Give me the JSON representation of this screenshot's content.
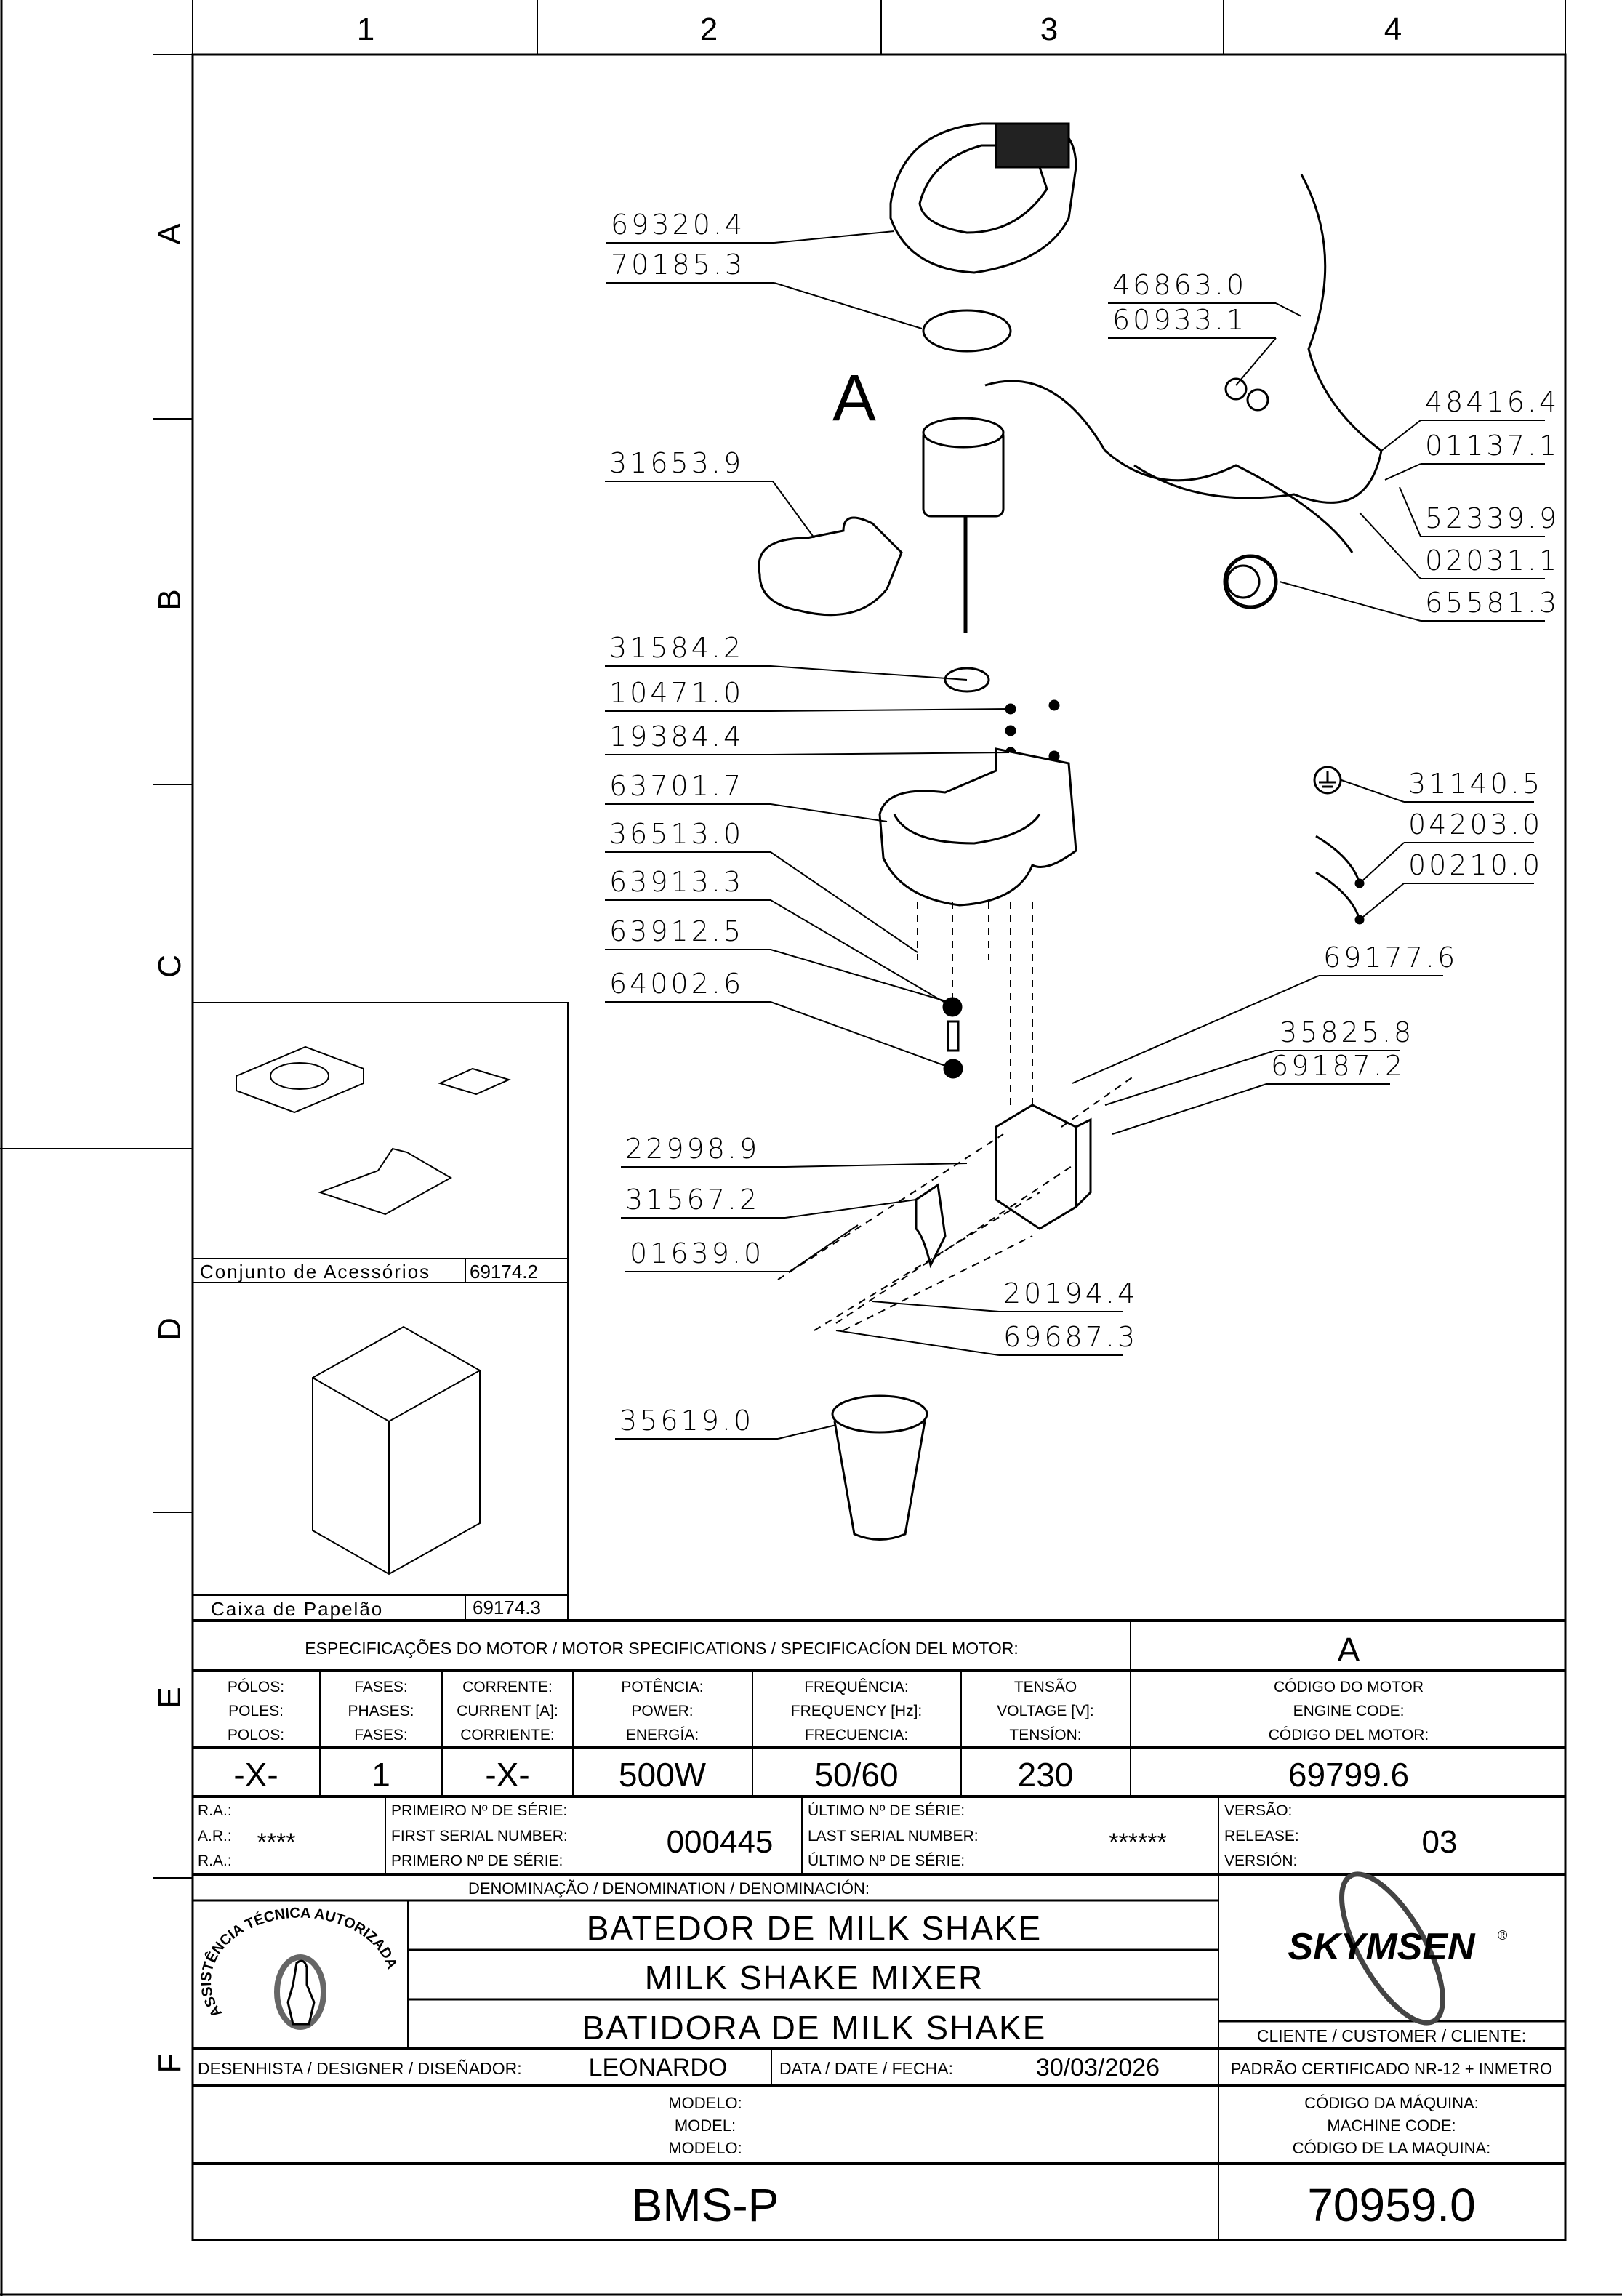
{
  "grid": {
    "columns": [
      "1",
      "2",
      "3",
      "4"
    ],
    "rows": [
      "A",
      "B",
      "C",
      "D",
      "E",
      "F"
    ]
  },
  "drawing": {
    "detail_marker": "A",
    "part_numbers": [
      "69320.4",
      "70185.3",
      "46863.0",
      "60933.1",
      "31653.9",
      "48416.4",
      "01137.1",
      "52339.9",
      "02031.1",
      "65581.3",
      "31584.2",
      "10471.0",
      "19384.4",
      "63701.7",
      "36513.0",
      "63913.3",
      "63912.5",
      "64002.6",
      "31140.5",
      "04203.0",
      "00210.0",
      "69177.6",
      "35825.8",
      "69187.2",
      "22998.9",
      "31567.2",
      "01639.0",
      "20194.4",
      "69687.3",
      "35619.0"
    ]
  },
  "accessories": {
    "label": "Conjunto de Acessórios",
    "code": "69174.2"
  },
  "box": {
    "label": "Caixa de Papelão",
    "code": "69174.3"
  },
  "motor_spec": {
    "title": "ESPECIFICAÇÕES DO MOTOR / MOTOR SPECIFICATIONS / SPECIFICACÍON DEL MOTOR:",
    "motor_ref": "A",
    "columns": [
      {
        "l1": "PÓLOS:",
        "l2": "POLES:",
        "l3": "POLOS:",
        "value": "-X-"
      },
      {
        "l1": "FASES:",
        "l2": "PHASES:",
        "l3": "FASES:",
        "value": "1"
      },
      {
        "l1": "CORRENTE:",
        "l2": "CURRENT [A]:",
        "l3": "CORRIENTE:",
        "value": "-X-"
      },
      {
        "l1": "POTÊNCIA:",
        "l2": "POWER:",
        "l3": "ENERGÍA:",
        "value": "500W"
      },
      {
        "l1": "FREQUÊNCIA:",
        "l2": "FREQUENCY [Hz]:",
        "l3": "FRECUENCIA:",
        "value": "50/60"
      },
      {
        "l1": "TENSÃO",
        "l2": "VOLTAGE [V]:",
        "l3": "TENSÍON:",
        "value": "230"
      },
      {
        "l1": "CÓDIGO DO MOTOR",
        "l2": "ENGINE CODE:",
        "l3": "CÓDIGO DEL MOTOR:",
        "value": "69799.6"
      }
    ]
  },
  "serial": {
    "ra_l1": "R.A.:",
    "ra_l2": "A.R.:",
    "ra_l3": "R.A.:",
    "ra_value": "****",
    "first_l1": "PRIMEIRO Nº DE SÉRIE:",
    "first_l2": "FIRST SERIAL NUMBER:",
    "first_l3": "PRIMERO Nº DE SÉRIE:",
    "first_value": "000445",
    "last_l1": "ÚLTIMO Nº DE SÉRIE:",
    "last_l2": "LAST SERIAL NUMBER:",
    "last_l3": "ÚLTIMO Nº DE SÉRIE:",
    "last_value": "******",
    "ver_l1": "VERSÃO:",
    "ver_l2": "RELEASE:",
    "ver_l3": "VERSIÓN:",
    "ver_value": "03"
  },
  "denomination": {
    "header": "DENOMINAÇÃO / DENOMINATION / DENOMINACIÓN:",
    "pt": "BATEDOR DE MILK SHAKE",
    "en": "MILK SHAKE MIXER",
    "es": "BATIDORA DE MILK SHAKE"
  },
  "seal_text": "ASSISTÊNCIA TÉCNICA AUTORIZADA",
  "brand": {
    "name": "SKYMSEN",
    "mark": "®"
  },
  "customer_label": "CLIENTE / CUSTOMER / CLIENTE:",
  "designer": {
    "label": "DESENHISTA / DESIGNER / DISEÑADOR:",
    "value": "LEONARDO"
  },
  "date": {
    "label": "DATA / DATE / FECHA:",
    "value": "30/03/2026"
  },
  "certification": "PADRÃO CERTIFICADO NR-12 + INMETRO",
  "model": {
    "l1": "MODELO:",
    "l2": "MODEL:",
    "l3": "MODELO:",
    "value": "BMS-P"
  },
  "machine_code": {
    "l1": "CÓDIGO DA MÁQUINA:",
    "l2": "MACHINE CODE:",
    "l3": "CÓDIGO DE LA MAQUINA:",
    "value": "70959.0"
  }
}
